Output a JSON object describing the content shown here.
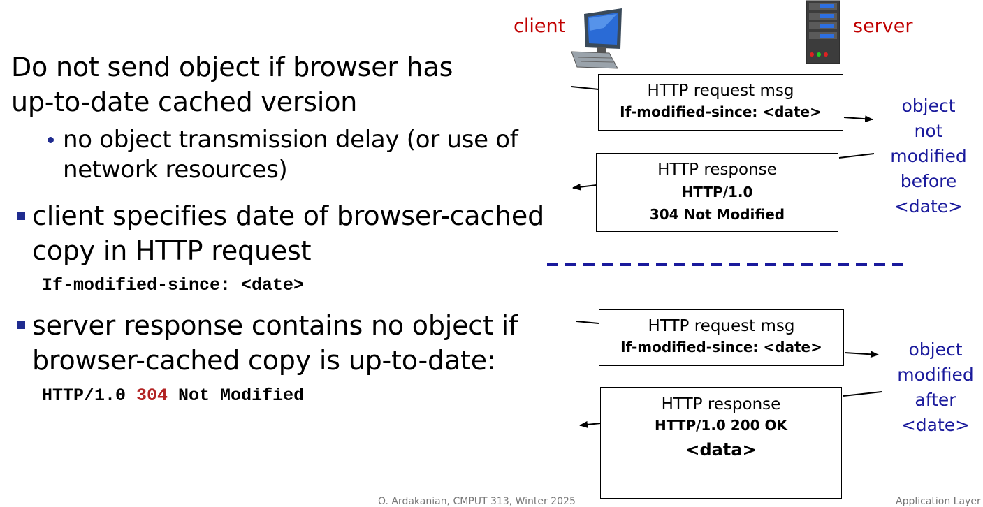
{
  "header": {
    "client_label": "client",
    "server_label": "server"
  },
  "left": {
    "intro_line1": "Do not send object if browser has",
    "intro_line2": "up-to-date cached version",
    "sub_bullet_line1": "no object transmission delay (or use of",
    "sub_bullet_line2": "network resources)",
    "bullet1_line1": "client specifies date of browser-cached",
    "bullet1_line2": "copy in HTTP request",
    "bullet1_code": "If-modified-since: <date>",
    "bullet2_line1": "server response contains no object if",
    "bullet2_line2": "browser-cached copy is up-to-date:",
    "bullet2_code_pre": "HTTP/1.0 ",
    "bullet2_code_status": "304",
    "bullet2_code_post": " Not Modified"
  },
  "diagram": {
    "top": {
      "request_title": "HTTP request msg",
      "request_header": "If-modified-since: <date>",
      "response_title": "HTTP response",
      "response_line2": "HTTP/1.0",
      "response_line3": "304 Not Modified",
      "note_lines": [
        "object",
        "not",
        "modified",
        "before",
        "<date>"
      ]
    },
    "bottom": {
      "request_title": "HTTP request msg",
      "request_header": "If-modified-since: <date>",
      "response_title": "HTTP response",
      "response_line2": "HTTP/1.0 200 OK",
      "response_line3": "<data>",
      "note_lines": [
        "object",
        "modified",
        "after",
        "<date>"
      ]
    }
  },
  "footer": {
    "center": "O. Ardakanian, CMPUT 313, Winter 2025",
    "right": "Application Layer"
  },
  "colors": {
    "bullet_square": "#1f2b8f",
    "status_red": "#b22222",
    "note_blue": "#1a1a9c",
    "label_red": "#c00000",
    "divider_blue": "#1a1a9c"
  }
}
